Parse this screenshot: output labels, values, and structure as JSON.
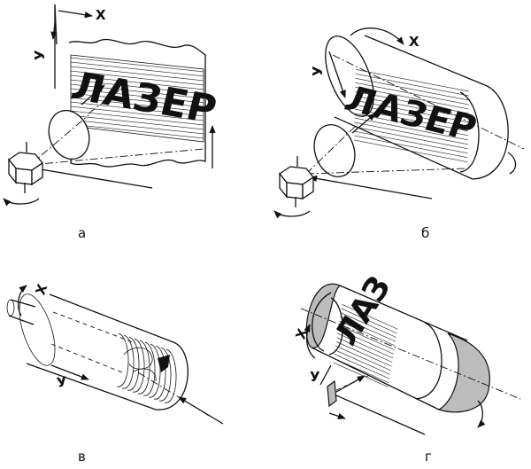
{
  "figure": {
    "panels": [
      {
        "id": "a",
        "caption": "а",
        "engraved_text": "ЛАЗЕР",
        "axis_x": "X",
        "axis_y": "У"
      },
      {
        "id": "b",
        "caption": "б",
        "engraved_text": "ЛАЗЕР",
        "axis_x": "X",
        "axis_y": "У"
      },
      {
        "id": "v",
        "caption": "в",
        "axis_x": "X",
        "axis_y": "У"
      },
      {
        "id": "g",
        "caption": "г",
        "engraved_text": "ЛАЗ",
        "axis_x": "X",
        "axis_y": "У"
      }
    ]
  }
}
